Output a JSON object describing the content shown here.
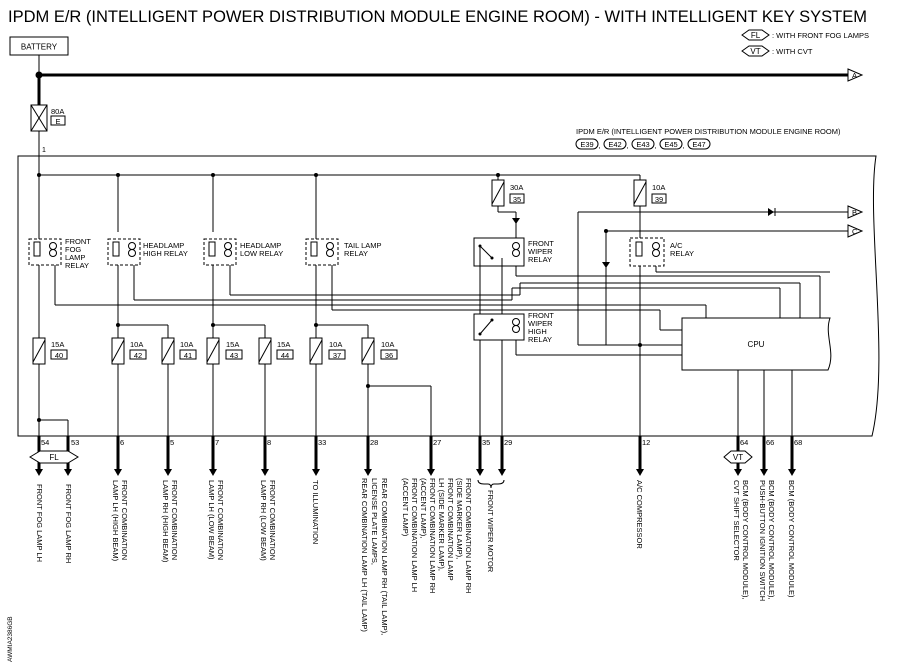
{
  "title": "IPDM E/R (INTELLIGENT POWER DISTRIBUTION MODULE ENGINE ROOM) - WITH INTELLIGENT KEY SYSTEM",
  "legend": [
    {
      "tag": "FL",
      "text": ": WITH FRONT FOG LAMPS"
    },
    {
      "tag": "VT",
      "text": ": WITH CVT"
    }
  ],
  "battery_label": "BATTERY",
  "main_fuse": {
    "rating": "80A",
    "id": "E"
  },
  "main_fuse_pin": "1",
  "module_title": "IPDM E/R (INTELLIGENT POWER DISTRIBUTION MODULE ENGINE ROOM)",
  "connectors": [
    "E39",
    "E42",
    "E43",
    "E45",
    "E47"
  ],
  "connector_sep": ",",
  "off_page": [
    "A",
    "B",
    "C"
  ],
  "relays": {
    "fog": [
      "FRONT",
      "FOG",
      "LAMP",
      "RELAY"
    ],
    "hi": [
      "HEADLAMP",
      "HIGH RELAY"
    ],
    "lo": [
      "HEADLAMP",
      "LOW RELAY"
    ],
    "tail": [
      "TAIL LAMP",
      "RELAY"
    ],
    "wiper": [
      "FRONT",
      "WIPER",
      "RELAY"
    ],
    "wiper_high": [
      "FRONT",
      "WIPER",
      "HIGH",
      "RELAY"
    ],
    "ac": [
      "A/C",
      "RELAY"
    ]
  },
  "cpu_label": "CPU",
  "fuses": [
    {
      "rating": "15A",
      "id": "40"
    },
    {
      "rating": "10A",
      "id": "42"
    },
    {
      "rating": "10A",
      "id": "41"
    },
    {
      "rating": "15A",
      "id": "43"
    },
    {
      "rating": "15A",
      "id": "44"
    },
    {
      "rating": "10A",
      "id": "37"
    },
    {
      "rating": "10A",
      "id": "36"
    },
    {
      "rating": "30A",
      "id": "35"
    },
    {
      "rating": "10A",
      "id": "39"
    }
  ],
  "terminals": [
    "54",
    "53",
    "6",
    "5",
    "7",
    "8",
    "33",
    "28",
    "27",
    "35",
    "29",
    "12",
    "64",
    "66",
    "68"
  ],
  "fl_badge": "FL",
  "vt_badge": "VT",
  "outputs": [
    [
      "FRONT FOG LAMP LH"
    ],
    [
      "FRONT FOG LAMP RH"
    ],
    [
      "FRONT COMBINATION",
      "LAMP LH (HIGH BEAM)"
    ],
    [
      "FRONT COMBINATION",
      "LAMP RH (HIGH BEAM)"
    ],
    [
      "FRONT COMBINATION",
      "LAMP LH (LOW BEAM)"
    ],
    [
      "FRONT COMBINATION",
      "LAMP RH (LOW BEAM)"
    ],
    [
      "TO ILLUMINATION"
    ],
    [
      "REAR COMBINATION LAMP RH (TAIL LAMP),",
      "LICENSE PLATE LAMPS,",
      "REAR COMBINATION LAMP LH (TAIL LAMP)"
    ],
    [
      "FRONT COMBINATION LAMP RH",
      "(SIDE MARKER LAMP),",
      "FRONT COMBINATION LAMP",
      "LH (SIDE MARKER LAMP),",
      "FRONT COMBINATION LAMP RH",
      "(ACCENT LAMP),",
      "FRONT COMBINATION LAMP LH",
      "(ACCENT LAMP)"
    ],
    [
      "FRONT WIPER MOTOR"
    ],
    [
      "A/C COMPRESSOR"
    ],
    [
      "BCM (BODY CONTROL MODULE),",
      "CVT SHIFT SELECTOR"
    ],
    [
      "BCM (BODY CONTROL MODULE),",
      "PUSH-BUTTON IGNITION SWITCH"
    ],
    [
      "BCM (BODY CONTROL MODULE)"
    ]
  ],
  "code": "AWMIA2386GB"
}
